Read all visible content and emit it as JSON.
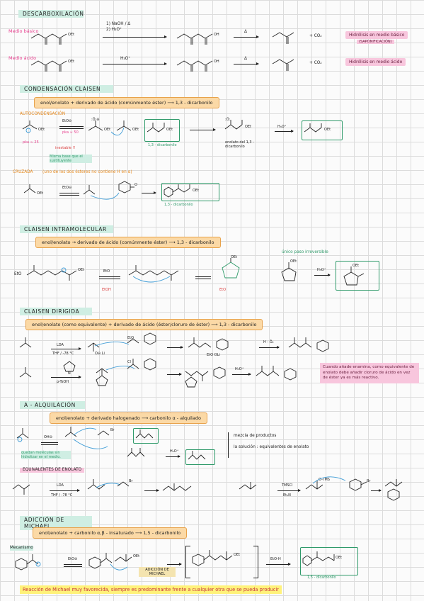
{
  "sections": {
    "decarboxylation": {
      "title": "DESCARBOXILACIÓN",
      "basic_label": "Medio básico",
      "acid_label": "Medio ácido",
      "reagent_basic_1": "1) NaOH / Δ",
      "reagent_basic_2": "2) H₃O⁺",
      "reagent_acid": "H₃O⁺",
      "delta": "Δ",
      "plus_co2": "+ CO₂",
      "note_basic": "Hidrólisis en medio básico",
      "note_basic_sub": "(SAPONIFICACIÓN)",
      "note_acid": "Hidrólisis en medio ácido",
      "oet": "OEt",
      "oh": "OH"
    },
    "claisen": {
      "title": "CONDENSACIÓN CLAISEN",
      "box": "enol/enolato  +  derivado de ácido (comúnmente éster)  ⟶  1,3 - dicarbonilo",
      "auto_title": "AUTOCONDENSACIÓN",
      "pka25": "pka ≈ 25",
      "pka50": "pka ≈ 50",
      "eto_cat": "EtO⊖",
      "inestable": "inestable !!",
      "misma_base": "Misma base que el sustituyente",
      "dicarb_label": "1,3 - dicarbonilo",
      "enolato_label": "enolato del 1,3 - dicarbonilo",
      "h3o": "H₃O⁺",
      "cruzada_title": "CRUZADA",
      "cruzada_note": "(uno de los dos ésteres no contiene H en α)",
      "eto_minus": "EtO⊖"
    },
    "intra": {
      "title": "CLAISEN INTRAMOLECULAR",
      "box": "enol/enolato  →  derivado de ácido (comúnmente éster)  ⟶  1,3 - dicarbonilo",
      "irreversible": "único paso irreversible",
      "eto": "EtO",
      "etoh": "EtOH",
      "h3o": "H₃O⁺"
    },
    "dirigida": {
      "title": "CLAISEN DIRIGIDA",
      "box": "enol/enolato (como equivalente)  +  derivado de ácido (éster/cloruro de éster)  ⟶  1,3 - dicarbonilo",
      "lda": "LDA",
      "conditions": "THF / -78 °C",
      "ptsoh": "p-TsOH",
      "li": "O⊖ Li",
      "h3o": "H₃O⁺",
      "reduction": "H - Ō₂",
      "note": "Cuando añade enamina, como equivalente de enolato debe añadir cloruro de ácido en vez de éster ya es más reactivo."
    },
    "alkylation": {
      "title": "α - ALQUILACIÓN",
      "box": "enol/enolato  +  derivado halogenado  ⟶  carbonilo α - alquilado",
      "oh": "OH⊖",
      "note_left": "quedan moléculas sin hidrolizar en el medio.",
      "mezcla": "mezcla de productos",
      "solucion": "la solución : equivalentes de enolato",
      "equiv_title": "EQUIVALENTES DE ENOLATO",
      "lda": "LDA",
      "conditions": "THF / -78 °C",
      "tmscl": "TMSCl",
      "et3n": "Et₃N",
      "br": "Br",
      "otms": "O-TMS",
      "h3o": "H₃O⁺"
    },
    "michael": {
      "title": "ADICCIÓN DE MICHAEL",
      "box": "enol/enolato  +  carbonilo α,β - insaturado  ⟶  1,5 - dicarbonilo",
      "mecanismo": "Mecanismo",
      "eto": "EtO⊖",
      "adicion": "ADICCIÓN DE MICHAEL",
      "etoh": "EtO-H",
      "product": "1,5 - dicarbonilo",
      "footer": "Reacción de Michael muy favorecida, siempre es predominante frente a cualquier otra que se pueda producir"
    }
  },
  "colors": {
    "title_band": "#cfeee3",
    "box_fill": "#fbd9a6",
    "box_border": "#e8a24b",
    "pink": "#e8408f",
    "green": "#2f9a6a",
    "blue": "#3d9bd6",
    "highlight": "#fff27a"
  },
  "icons": {
    "arrow": "reaction-arrow",
    "equilibrium": "equilibrium-arrows"
  }
}
